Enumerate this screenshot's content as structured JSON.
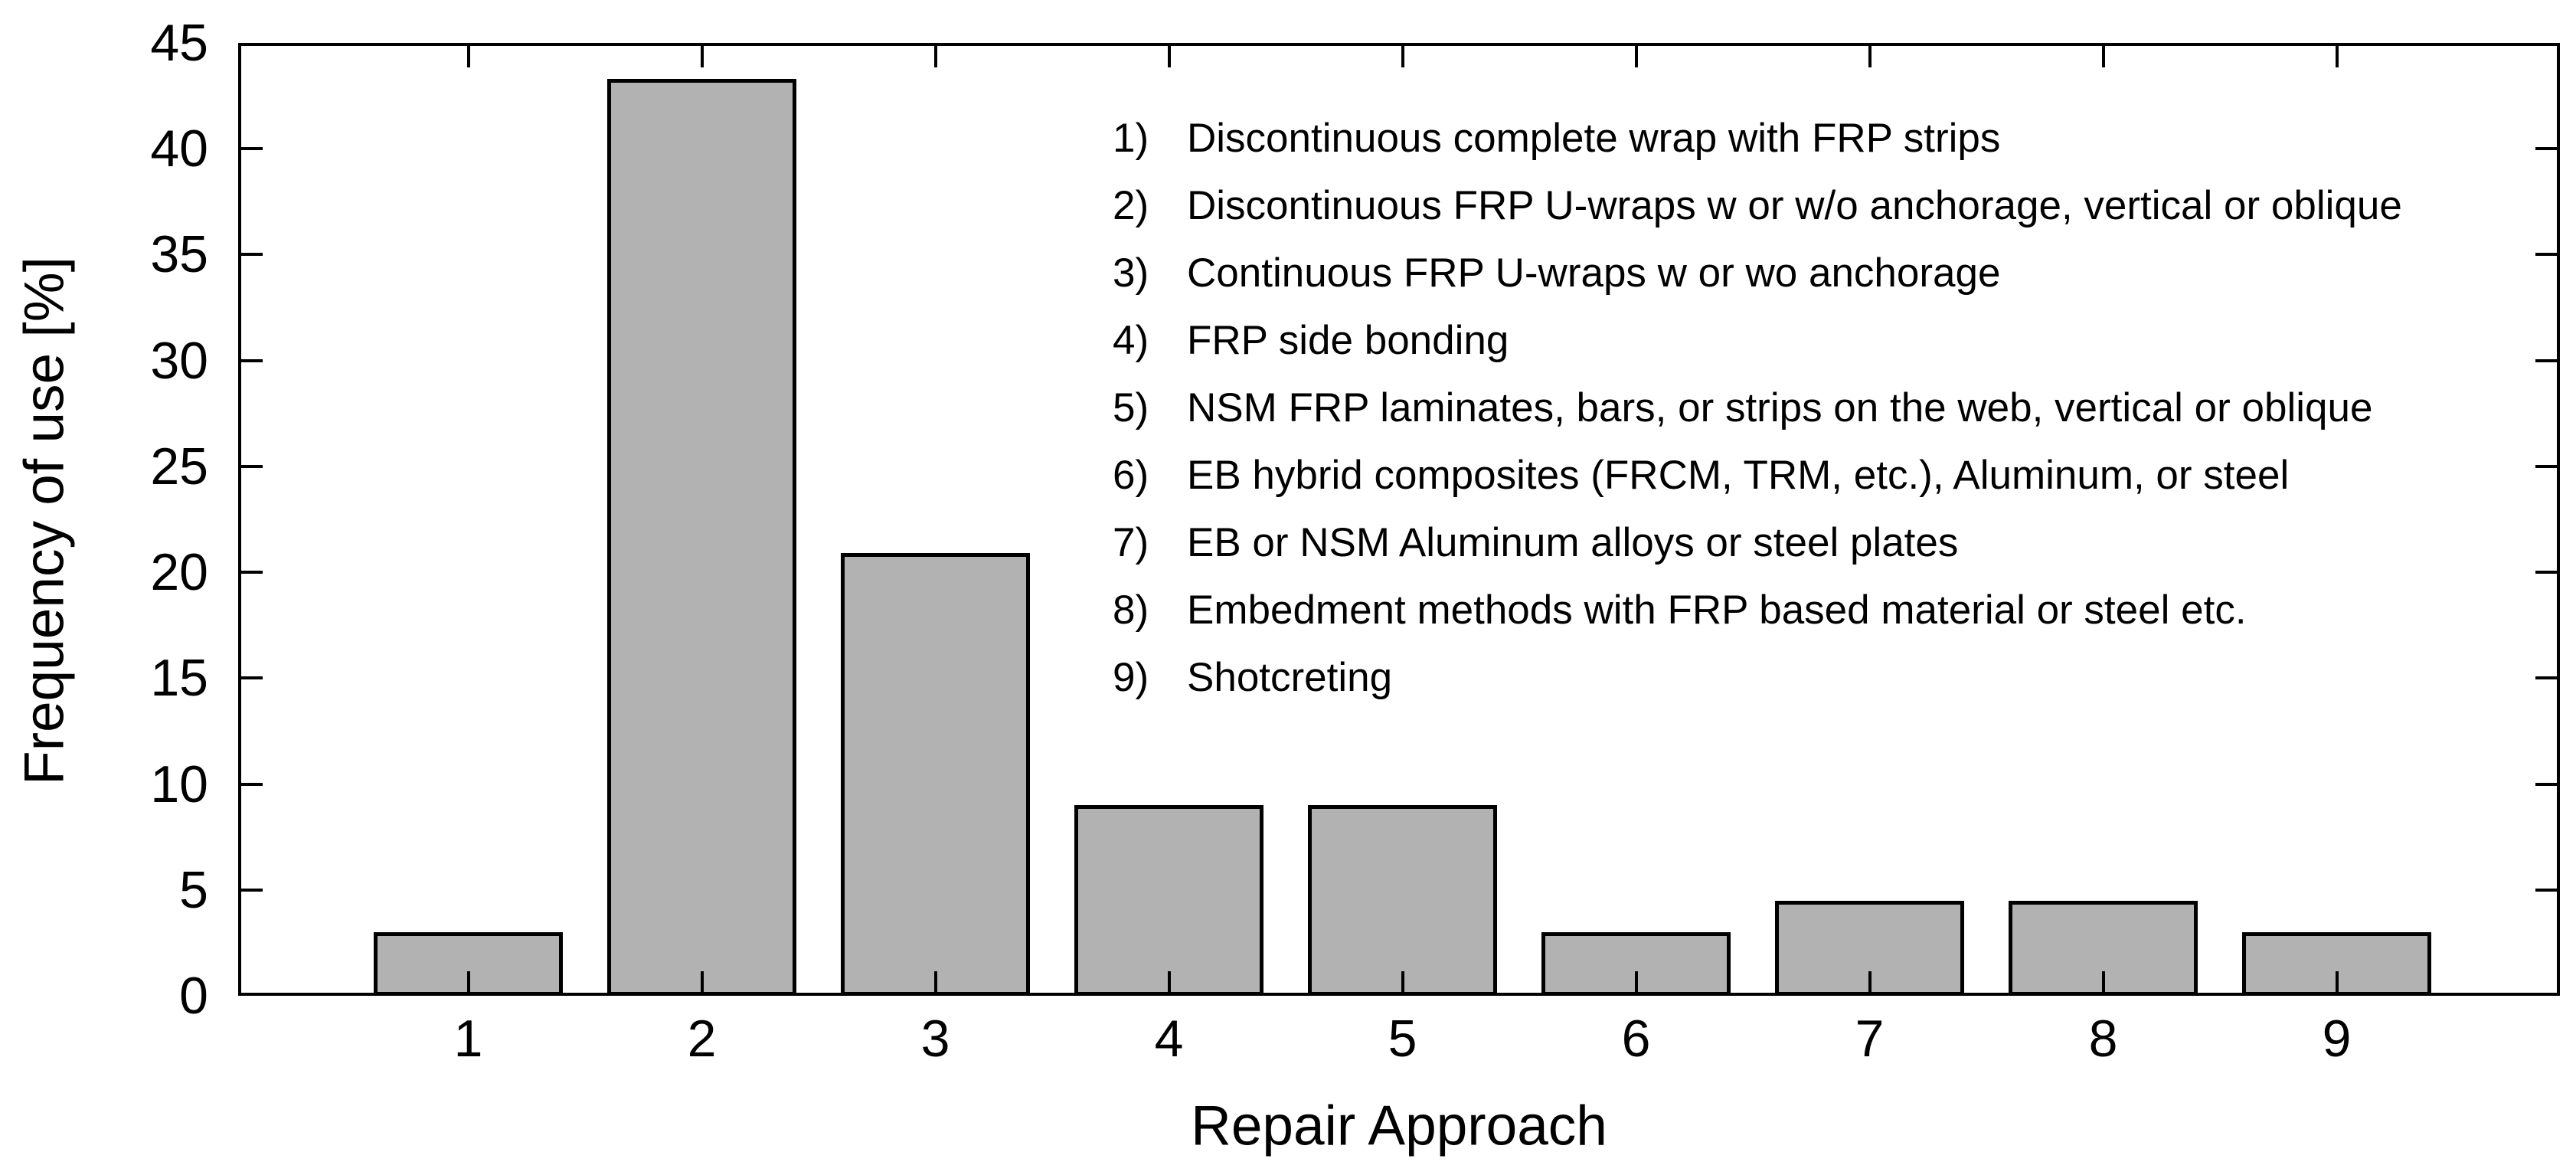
{
  "figure": {
    "background_color": "#ffffff",
    "text_color": "#000000"
  },
  "chart_data": {
    "type": "bar",
    "title": "",
    "xlabel": "Repair Approach",
    "ylabel": "Frequency of use [%]",
    "categories": [
      "1",
      "2",
      "3",
      "4",
      "5",
      "6",
      "7",
      "8",
      "9"
    ],
    "values": [
      3.0,
      43.3,
      20.9,
      9.0,
      9.0,
      3.0,
      4.5,
      4.5,
      3.0
    ],
    "ylim": [
      0,
      45
    ],
    "yticks": [
      0,
      5,
      10,
      15,
      20,
      25,
      30,
      35,
      40,
      45
    ],
    "grid": false,
    "legend_position": "upper-right-inside",
    "bar_color": "#b2b2b2",
    "bar_edge_color": "#000000",
    "axis_color": "#000000",
    "annotations": [
      {
        "num": "1)",
        "text": "Discontinuous complete wrap with FRP strips"
      },
      {
        "num": "2)",
        "text": "Discontinuous FRP U-wraps w or w/o anchorage, vertical or oblique"
      },
      {
        "num": "3)",
        "text": "Continuous FRP U-wraps w or wo anchorage"
      },
      {
        "num": "4)",
        "text": "FRP side bonding"
      },
      {
        "num": "5)",
        "text": "NSM FRP laminates, bars, or strips on the web, vertical or oblique"
      },
      {
        "num": "6)",
        "text": "EB hybrid composites (FRCM, TRM, etc.), Aluminum, or steel"
      },
      {
        "num": "7)",
        "text": "EB or NSM Aluminum alloys or steel plates"
      },
      {
        "num": "8)",
        "text": "Embedment methods with FRP based material or steel etc."
      },
      {
        "num": "9)",
        "text": "Shotcreting"
      }
    ]
  }
}
